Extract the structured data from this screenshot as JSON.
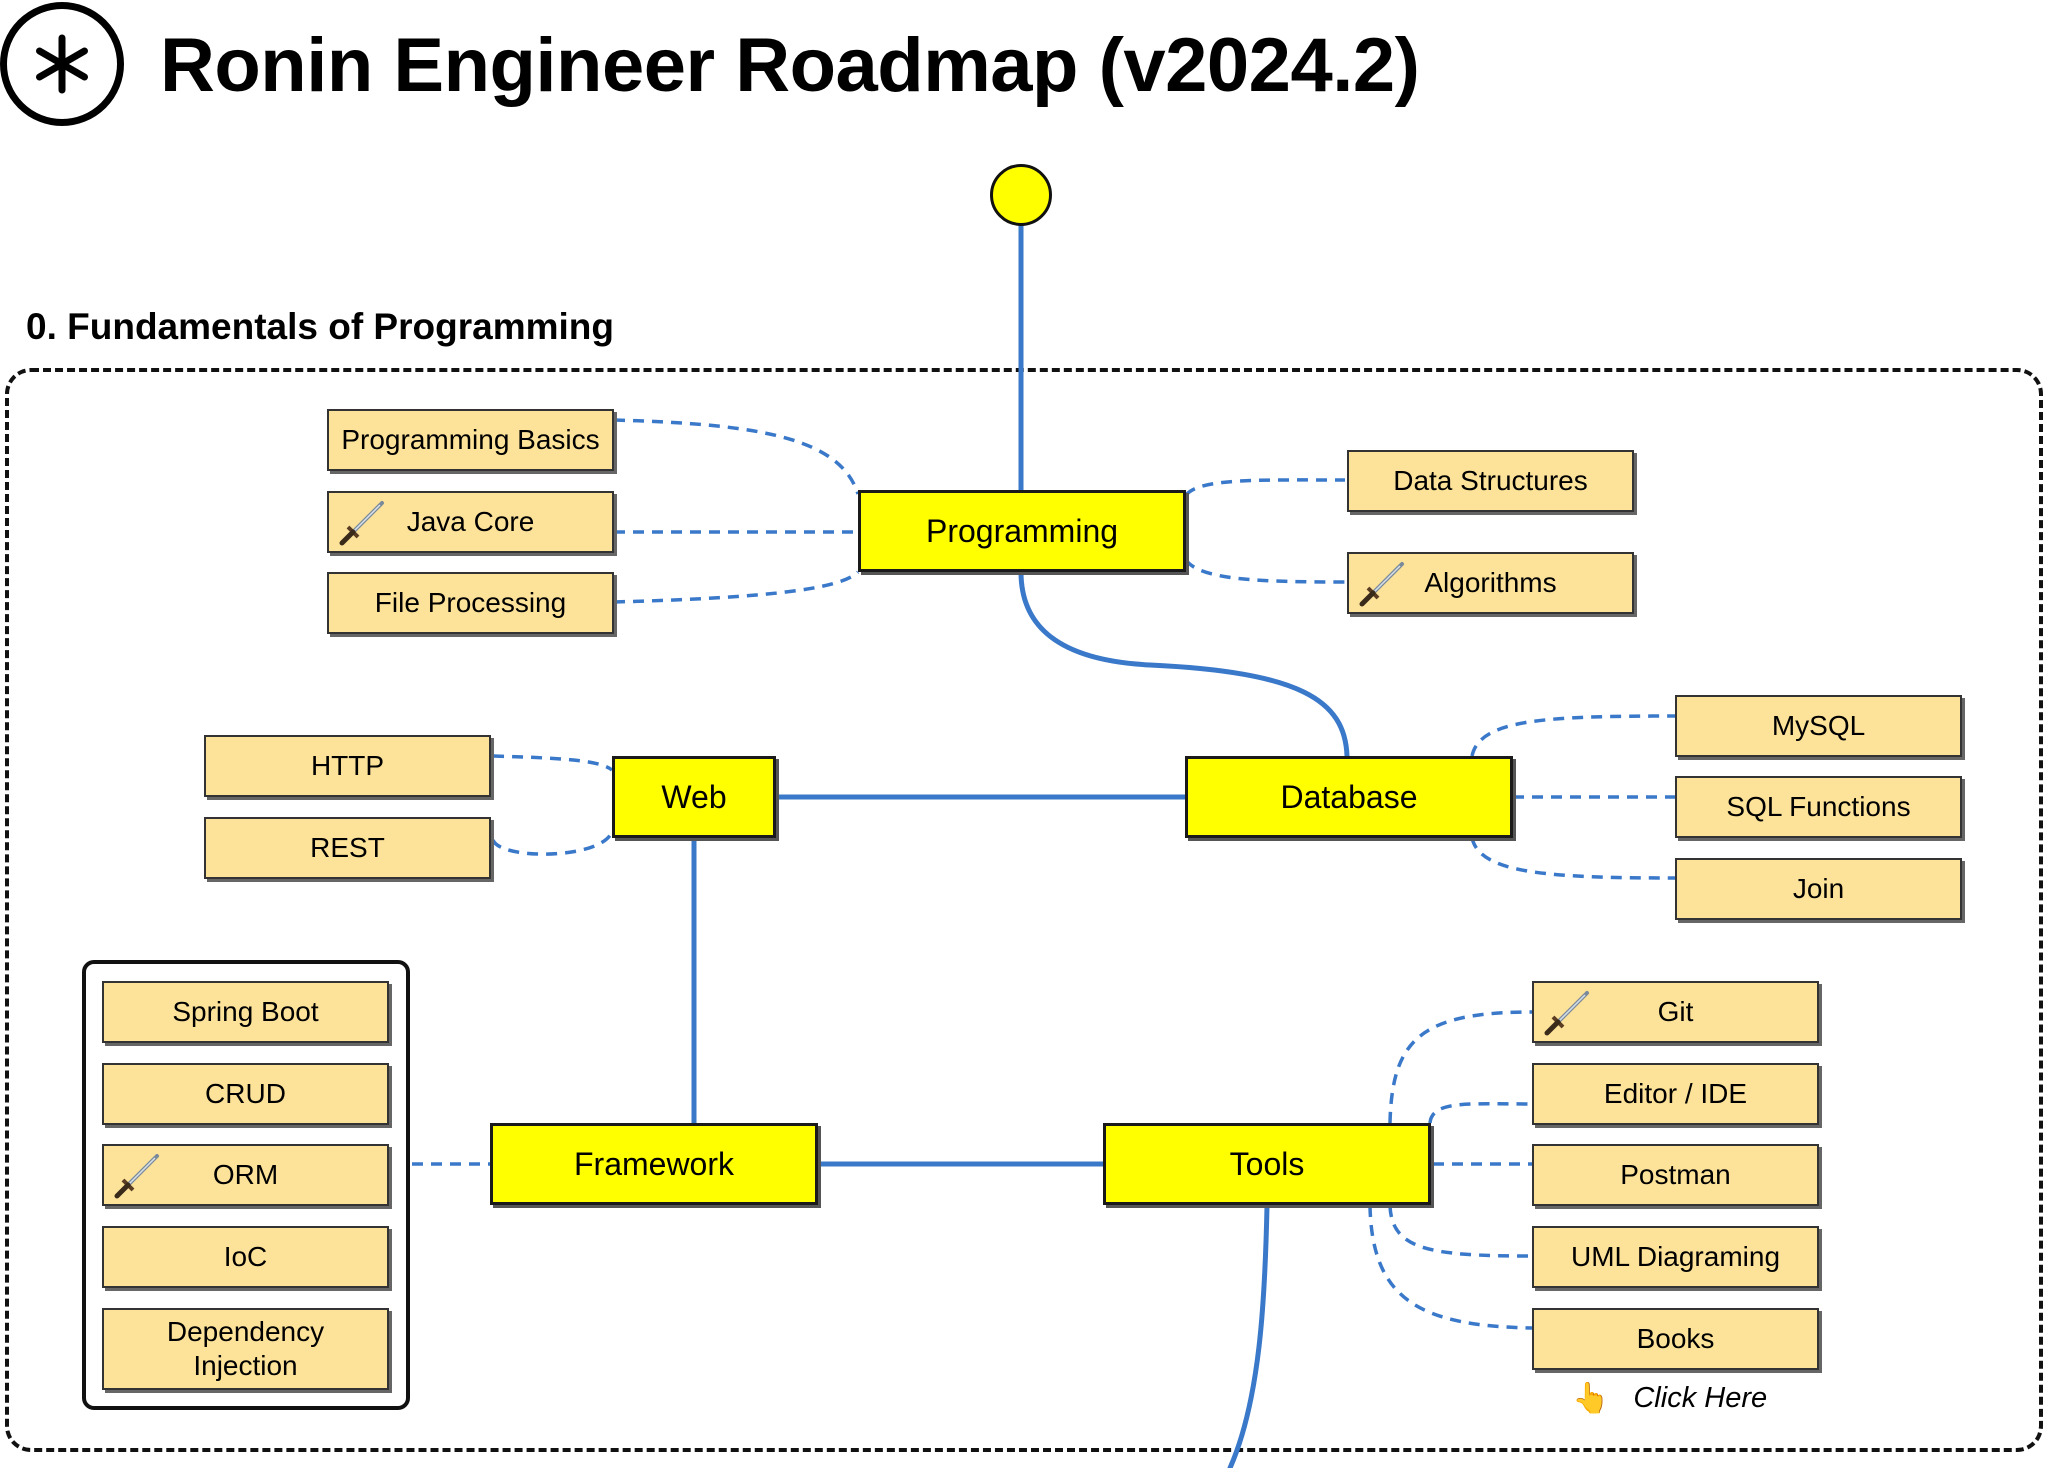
{
  "header": {
    "title": "Ronin Engineer Roadmap (v2024.2)",
    "logo_icon": "asterisk-circle-icon"
  },
  "section": {
    "title": "0. Fundamentals of Programming"
  },
  "main_nodes": {
    "programming": "Programming",
    "web": "Web",
    "database": "Database",
    "framework": "Framework",
    "tools": "Tools"
  },
  "programming_topics": {
    "basics": "Programming Basics",
    "java_core": "Java Core",
    "file_processing": "File Processing",
    "data_structures": "Data Structures",
    "algorithms": "Algorithms"
  },
  "web_topics": {
    "http": "HTTP",
    "rest": "REST"
  },
  "database_topics": {
    "mysql": "MySQL",
    "sql_functions": "SQL Functions",
    "join": "Join"
  },
  "framework_topics": {
    "spring_boot": "Spring Boot",
    "crud": "CRUD",
    "orm": "ORM",
    "ioc": "IoC",
    "dependency_injection": "Dependency Injection"
  },
  "tools_topics": {
    "git": "Git",
    "editor_ide": "Editor / IDE",
    "postman": "Postman",
    "uml": "UML Diagraming",
    "books": "Books"
  },
  "click_here": {
    "label": "Click Here",
    "icon": "pointing-hand-icon"
  },
  "colors": {
    "main_node": "#ffff00",
    "sub_node": "#fde39a",
    "connector": "#3a78c9",
    "border": "#111111"
  },
  "marker_icon": "katana-icon"
}
